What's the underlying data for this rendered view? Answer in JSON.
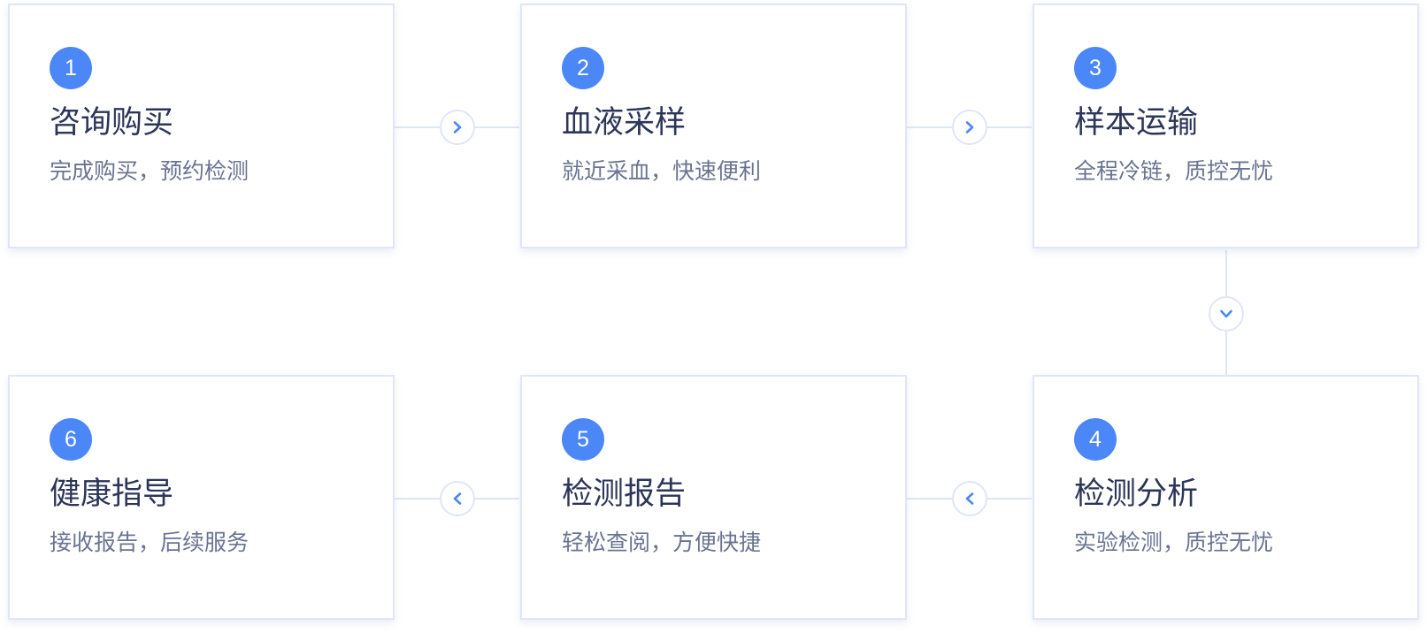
{
  "steps": [
    {
      "number": "1",
      "title": "咨询购买",
      "desc": "完成购买，预约检测"
    },
    {
      "number": "2",
      "title": "血液采样",
      "desc": "就近采血，快速便利"
    },
    {
      "number": "3",
      "title": "样本运输",
      "desc": "全程冷链，质控无忧"
    },
    {
      "number": "4",
      "title": "检测分析",
      "desc": "实验检测，质控无忧"
    },
    {
      "number": "5",
      "title": "检测报告",
      "desc": "轻松查阅，方便快捷"
    },
    {
      "number": "6",
      "title": "健康指导",
      "desc": "接收报告，后续服务"
    }
  ],
  "icons": {
    "next": "chevron-right-icon",
    "down": "chevron-down-icon",
    "prev": "chevron-left-icon"
  },
  "colors": {
    "accent": "#4b87f7",
    "title": "#2c3659",
    "desc": "#6a7492",
    "border": "#dfe6f6"
  }
}
